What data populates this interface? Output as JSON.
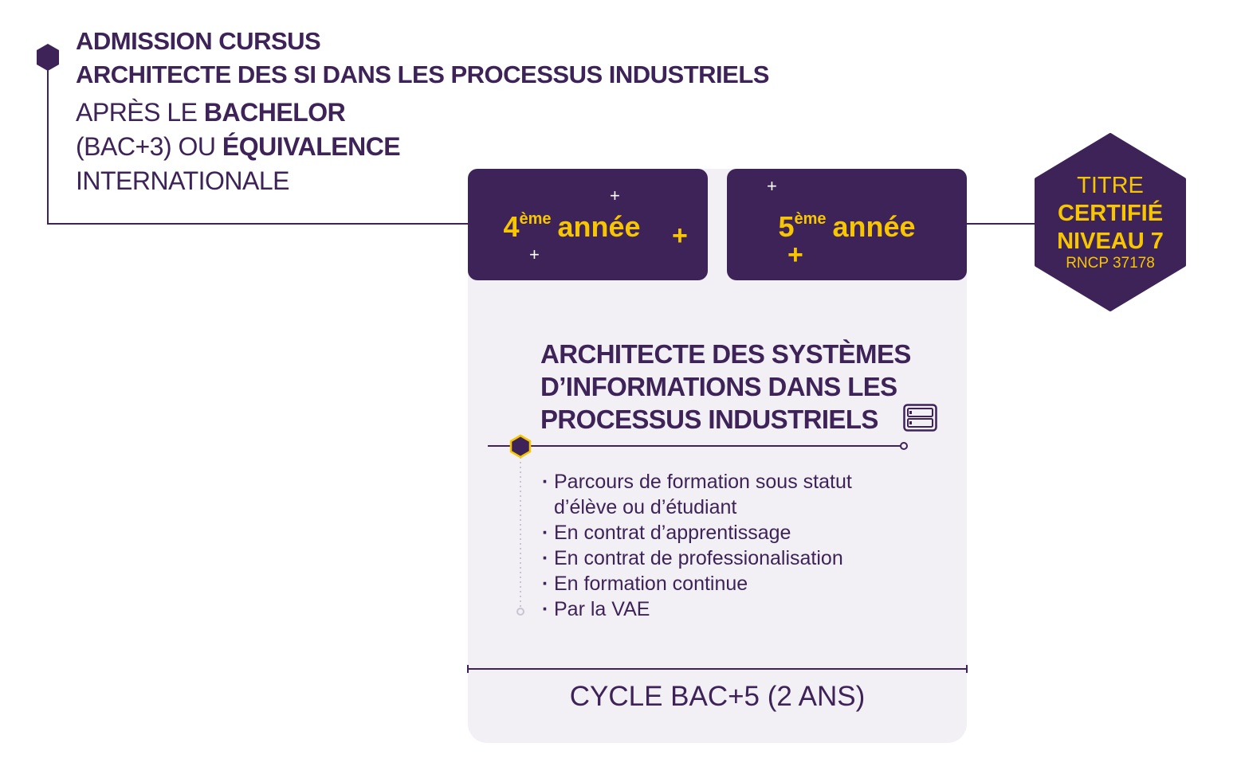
{
  "header": {
    "line1": "ADMISSION CURSUS",
    "line2": "ARCHITECTE DES SI DANS LES PROCESSUS INDUSTRIELS",
    "sub1_prefix": "APRÈS LE ",
    "sub1_bold": "BACHELOR",
    "sub2_prefix": "(BAC+3) OU ",
    "sub2_bold": "ÉQUIVALENCE",
    "sub3": "INTERNATIONALE"
  },
  "years": [
    {
      "num": "4",
      "sup": "ème",
      "label": "année"
    },
    {
      "num": "5",
      "sup": "ème",
      "label": "année"
    }
  ],
  "badge": {
    "line1": "TITRE",
    "line2": "CERTIFIÉ",
    "line3": "NIVEAU 7",
    "line4": "RNCP 37178"
  },
  "card": {
    "title_lines": [
      "ARCHITECTE DES SYSTÈMES",
      "D’INFORMATIONS DANS LES",
      "PROCESSUS INDUSTRIELS"
    ],
    "icon": "server-icon",
    "bullets": [
      "Parcours de formation sous statut",
      "d’élève ou d’étudiant",
      "En contrat d’apprentissage",
      "En contrat de professionalisation",
      "En formation continue",
      "Par la VAE"
    ]
  },
  "footer": {
    "cycle": "CYCLE BAC+5 (2 ANS)"
  },
  "colors": {
    "purple": "#3d2357",
    "yellow": "#f7c600",
    "panel": "#f2f0f5"
  }
}
